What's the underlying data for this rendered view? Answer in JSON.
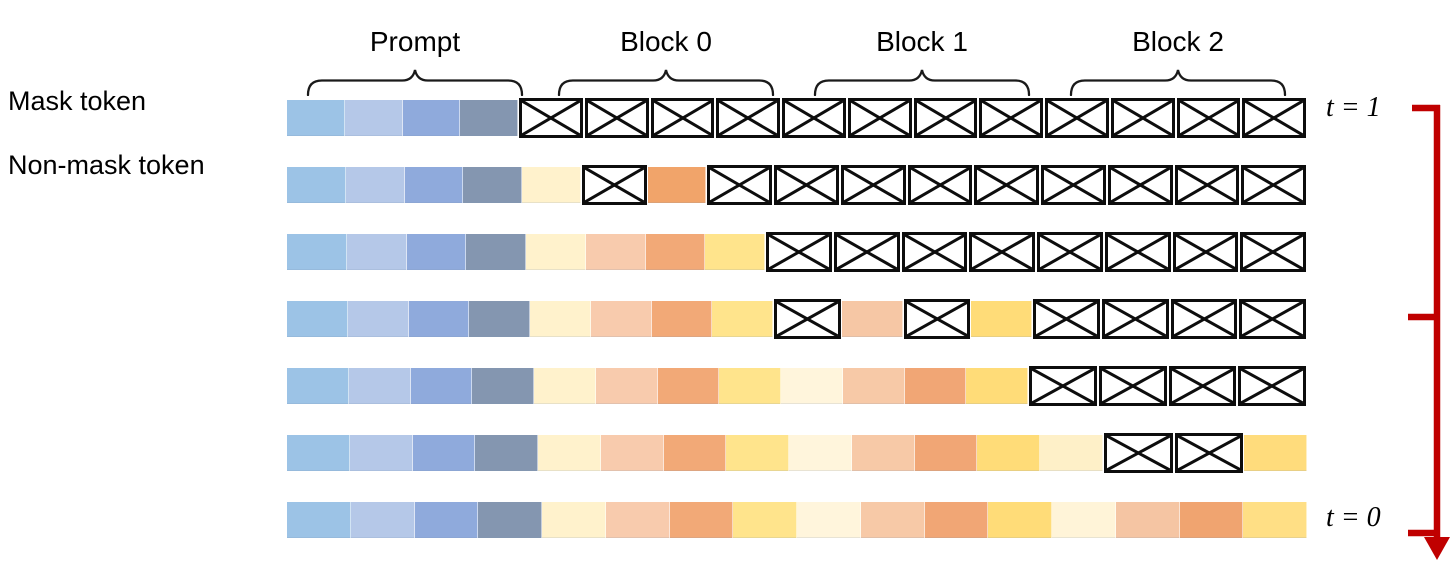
{
  "legend": {
    "mask_label": "Mask token",
    "nonmask_label": "Non-mask token"
  },
  "groups": [
    {
      "label": "Prompt"
    },
    {
      "label": "Block 0"
    },
    {
      "label": "Block 1"
    },
    {
      "label": "Block 2"
    }
  ],
  "timeline": {
    "start_label": "t = 1",
    "end_label": "t = 0",
    "arrow_color": "#C00000"
  },
  "palette": {
    "prompt_blues": [
      "#9CC3E6",
      "#B5C8E8",
      "#8FAADC",
      "#8496B0"
    ],
    "cream": "#FFF2CC",
    "light_cream": "#FFF5DC",
    "peach": "#F8CBAD",
    "orange": "#F2A977",
    "yellow": "#FFE48C",
    "deep_yellow": "#FFDC78",
    "mask_border": "#0d0d0d"
  },
  "rows": [
    {
      "t": "1",
      "cells": [
        "#9CC3E6",
        "#B5C8E8",
        "#8FAADC",
        "#8496B0",
        "MASK",
        "MASK",
        "MASK",
        "MASK",
        "MASK",
        "MASK",
        "MASK",
        "MASK",
        "MASK",
        "MASK",
        "MASK",
        "MASK"
      ]
    },
    {
      "t": "",
      "cells": [
        "#9CC3E6",
        "#B5C8E8",
        "#8FAADC",
        "#8496B0",
        "#FFF2CC",
        "MASK",
        "#F1A46A",
        "MASK",
        "MASK",
        "MASK",
        "MASK",
        "MASK",
        "MASK",
        "MASK",
        "MASK",
        "MASK"
      ]
    },
    {
      "t": "",
      "cells": [
        "#9CC3E6",
        "#B5C8E8",
        "#8FAADC",
        "#8496B0",
        "#FFF2CC",
        "#F8CBAD",
        "#F2A977",
        "#FFE48C",
        "MASK",
        "MASK",
        "MASK",
        "MASK",
        "MASK",
        "MASK",
        "MASK",
        "MASK"
      ]
    },
    {
      "t": "",
      "cells": [
        "#9CC3E6",
        "#B5C8E8",
        "#8FAADC",
        "#8496B0",
        "#FFF2CC",
        "#F8CBAD",
        "#F2A977",
        "#FFE48C",
        "MASK",
        "#F6C7A5",
        "MASK",
        "#FFDC78",
        "MASK",
        "MASK",
        "MASK",
        "MASK"
      ]
    },
    {
      "t": "",
      "cells": [
        "#9CC3E6",
        "#B5C8E8",
        "#8FAADC",
        "#8496B0",
        "#FFF2CC",
        "#F8CBAD",
        "#F2A977",
        "#FFE48C",
        "#FFF5DC",
        "#F7C9A7",
        "#F1A675",
        "#FFDC78",
        "MASK",
        "MASK",
        "MASK",
        "MASK"
      ]
    },
    {
      "t": "",
      "cells": [
        "#9CC3E6",
        "#B5C8E8",
        "#8FAADC",
        "#8496B0",
        "#FFF2CC",
        "#F8CBAD",
        "#F2A977",
        "#FFE48C",
        "#FFF5DC",
        "#F7C9A7",
        "#F1A675",
        "#FFDC78",
        "#FEF0C8",
        "MASK",
        "MASK",
        "#FFDC7C"
      ]
    },
    {
      "t": "0",
      "cells": [
        "#9CC3E6",
        "#B5C8E8",
        "#8FAADC",
        "#8496B0",
        "#FFF2CC",
        "#F8CBAD",
        "#F2A977",
        "#FFE48C",
        "#FFF5DC",
        "#F7C9A7",
        "#F1A675",
        "#FFDC78",
        "#FFF4D8",
        "#F5C5A3",
        "#F0A470",
        "#FFDF85"
      ]
    }
  ]
}
